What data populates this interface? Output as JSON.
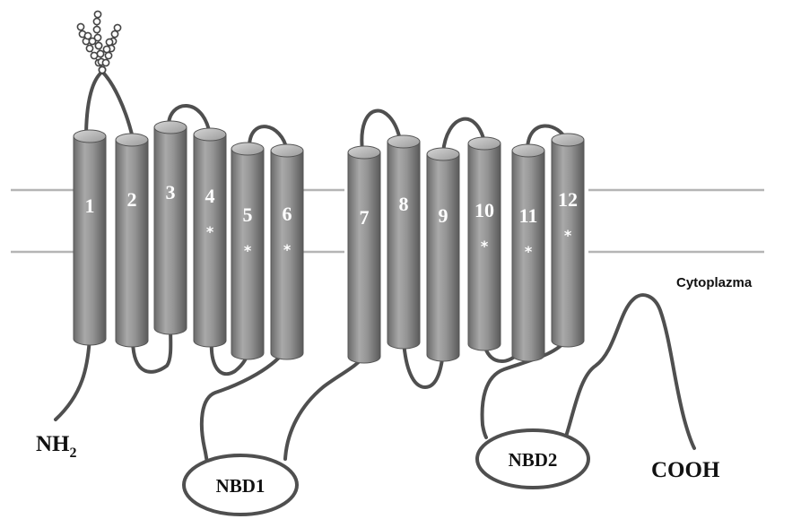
{
  "colors": {
    "helix_body": "#8e8e8e",
    "helix_light": "#c4c4c4",
    "helix_dark": "#5c5c5c",
    "loop": "#4f4f4f",
    "membrane": "#b5b5b5",
    "text": "#111111"
  },
  "helices": [
    {
      "label": "1",
      "star": false
    },
    {
      "label": "2",
      "star": false
    },
    {
      "label": "3",
      "star": false
    },
    {
      "label": "4",
      "star": true
    },
    {
      "label": "5",
      "star": true
    },
    {
      "label": "6",
      "star": true
    },
    {
      "label": "7",
      "star": false
    },
    {
      "label": "8",
      "star": false
    },
    {
      "label": "9",
      "star": false
    },
    {
      "label": "10",
      "star": true
    },
    {
      "label": "11",
      "star": true
    },
    {
      "label": "12",
      "star": true
    }
  ],
  "star_symbol": "*",
  "n_terminus": {
    "main": "NH",
    "sub": "2"
  },
  "c_terminus": "COOH",
  "nbd1": "NBD1",
  "nbd2": "NBD2",
  "compartment_label": "Cytoplazma"
}
